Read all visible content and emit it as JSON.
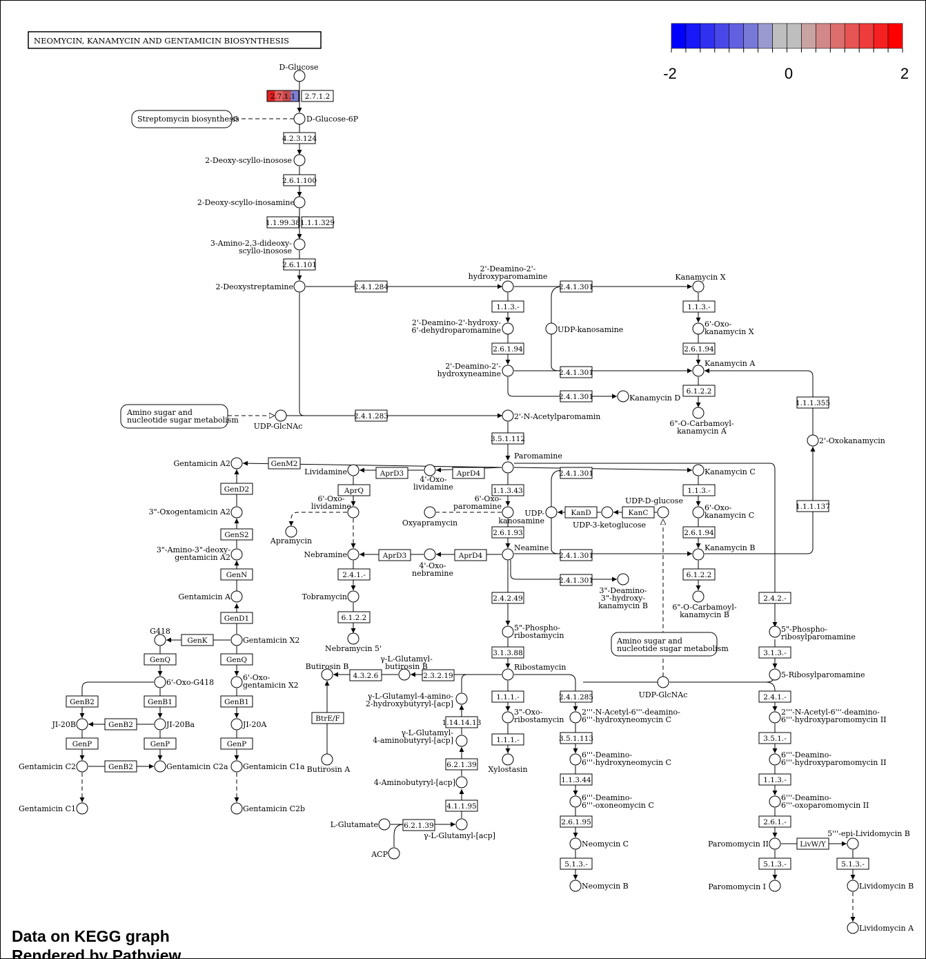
{
  "title": "NEOMYCIN, KANAMYCIN AND GENTAMICIN BIOSYNTHESIS",
  "legend": {
    "ticks": [
      "-2",
      "0",
      "2"
    ],
    "colors": [
      "#0000ff",
      "#1818f8",
      "#3030f0",
      "#4848e8",
      "#6060e0",
      "#7878d8",
      "#9a9ad0",
      "#bebebe",
      "#bebebe",
      "#c9a2a2",
      "#d28888",
      "#dc6e6e",
      "#e65454",
      "#ee3c3c",
      "#f62020",
      "#ff0000"
    ]
  },
  "footer": {
    "line1": "Data on KEGG graph",
    "line2": "Rendered by Pathview"
  },
  "mapnodes": {
    "streptomycin": "Streptomycin biosynthesis",
    "amino1": [
      "Amino sugar and",
      "nucleotide sugar metabolism"
    ],
    "amino2": [
      "Amino sugar and",
      "nucleotide sugar metabolism"
    ]
  },
  "compounds": {
    "dglucose": "D-Glucose",
    "dglucose6p": "D-Glucose-6P",
    "deoxyscylloinosose": "2-Deoxy-scyllo-inosose",
    "deoxyscylloinosamine": "2-Deoxy-scyllo-inosamine",
    "aminodideoxy": [
      "3-Amino-2,3-dideoxy-",
      "scyllo-inosose"
    ],
    "deoxystreptamine": "2-Deoxystreptamine",
    "deaminohydroxyparomamine": [
      "2'-Deamino-2'-",
      "hydroxyparomamine"
    ],
    "deaminodehydro": [
      "2'-Deamino-2'-hydroxy-",
      "6'-dehydroparomamine"
    ],
    "deaminohydroxyneamine": [
      "2'-Deamino-2'-",
      "hydroxyneamine"
    ],
    "udpkanosamine1": "UDP-kanosamine",
    "kanamycinx": "Kanamycin X",
    "oxokanamycinx": [
      "6'-Oxo-",
      "kanamycin X"
    ],
    "kanamycina": "Kanamycin A",
    "kanamycind": "Kanamycin D",
    "carbamoylkanamycina": [
      "6\"-O-Carbamoyl-",
      "kanamycin A"
    ],
    "udpglcnac1": "UDP-GlcNAc",
    "acetylparomamin": "2'-N-Acetylparomamin",
    "oxokanamycin": "2'-Oxokanamycin",
    "paromamine": "Paromamine",
    "gentamicina2": "Gentamicin A2",
    "lividamine": "Lividamine",
    "oxolividamine": [
      "4'-Oxo-",
      "lividamine"
    ],
    "oxolividamine6": [
      "6'-Oxo-",
      "lividamine"
    ],
    "oxoparomamine": [
      "6'-Oxo-",
      "paromamine"
    ],
    "apramycin": "Apramycin",
    "oxyapramycin": "Oxyapramycin",
    "udpkanosamine2": [
      "UDP-",
      "kanosamine"
    ],
    "udpketoglucose": "UDP-3-ketoglucose",
    "udpdglucose": "UDP-D-glucose",
    "kanamycinc": "Kanamycin C",
    "oxokanamycinc": [
      "6'-Oxo-",
      "kanamycin C"
    ],
    "kanamycinb": "Kanamycin B",
    "carbamoylkanamycinb": [
      "6\"-O-Carbamoyl-",
      "kanamycin B"
    ],
    "oxogentamicina2": "3\"-Oxogentamicin A2",
    "aminodeoxygentamicin": [
      "3\"-Amino-3\"-deoxy-",
      "gentamicin A2"
    ],
    "gentamicina": "Gentamicin A",
    "nebramine": "Nebramine",
    "oxonebramine": [
      "4'-Oxo-",
      "nebramine"
    ],
    "neamine": "Neamine",
    "deaminohydroxykanamycinb": [
      "3\"-Deamino-",
      "3\"-hydroxy-",
      "kanamycin B"
    ],
    "tobramycin": "Tobramycin",
    "nebramycin5": "Nebramycin 5'",
    "phosphoribostamycin": [
      "5\"-Phospho-",
      "ribostamycin"
    ],
    "phosphoribosylparomamine": [
      "5\"-Phospho-",
      "ribosylparomamine"
    ],
    "g418": "G418",
    "gentamicinx2": "Gentamicin X2",
    "oxog418": "6'-Oxo-G418",
    "oxogentamicinx2": [
      "6'-Oxo-",
      "gentamicin X2"
    ],
    "butirosinb": "Butirosin B",
    "glutamylbutirosinb": [
      "γ-L-Glutamyl-",
      "butirosin B"
    ],
    "ribostamycin": "Ribostamycin",
    "udpglcnac2": "UDP-GlcNAc",
    "ribosylparomamine": "5-Ribosylparomamine",
    "glutamylaminohydroxy": [
      "γ-L-Glutamyl-4-amino-",
      "2-hydroxybutyryl-[acp]"
    ],
    "oxoribostamycin": [
      "3\"-Oxo-",
      "ribostamycin"
    ],
    "acetyldeaminoneomycinc": [
      "2'''-N-Acetyl-6'''-deamino-",
      "6'''-hydroxyneomycin C"
    ],
    "acetyldeaminoparomomycin": [
      "2'''-N-Acetyl-6'''-deamino-",
      "6'''-hydroxyparomomycin II"
    ],
    "jl20b": "JI-20B",
    "jl20ba": "JI-20Ba",
    "jl20a": "JI-20A",
    "glutamylaminobutyryl": [
      "γ-L-Glutamyl-",
      "4-aminobutyryl-[acp]"
    ],
    "xylostasin": "Xylostasin",
    "deaminoneomycinc": [
      "6'''-Deamino-",
      "6'''-hydroxyneomycin C"
    ],
    "deaminoparomomycin": [
      "6'''-Deamino-",
      "6'''-hydroxyparomomycin II"
    ],
    "butirosina": "Butirosin A",
    "gentamicinc2": "Gentamicin C2",
    "gentamicinc2a": "Gentamicin C2a",
    "gentamicinc1a": "Gentamicin C1a",
    "aminobutyrylacp": "4-Aminobutyryl-[acp]",
    "oxoneomycinc": [
      "6'''-Deamino-",
      "6'''-oxoneomycin C"
    ],
    "oxoparomomycin": [
      "6'''-Deamino-",
      "6'''-oxoparomomycin II"
    ],
    "gentamicinc1": "Gentamicin C1",
    "gentamicinc2b": "Gentamicin C2b",
    "lglutamate": "L-Glutamate",
    "glutamylacp": "γ-L-Glutamyl-[acp]",
    "acp": "ACP",
    "neomycinc": "Neomycin C",
    "paromomycinii": "Paromomycin II",
    "epilividomycinb": "5'''-epi-Lividomycin B",
    "neomycinb": "Neomycin B",
    "paromomycini": "Paromomycin I",
    "lividomycinb": "Lividomycin B",
    "lividomycina": "Lividomycin A"
  },
  "enzymes": {
    "e1": "2.7.1.1",
    "e2": "2.7.1.2",
    "e3": "4.2.3.124",
    "e4": "2.6.1.100",
    "e5": "1.1.99.38",
    "e6": "1.1.1.329",
    "e7": "2.6.1.101",
    "e8": "2.4.1.284",
    "e9": "2.4.1.301",
    "e10": "1.1.3.-",
    "e11": "1.1.3.-",
    "e12": "2.6.1.94",
    "e13": "2.6.1.94",
    "e14": "2.4.1.301",
    "e15": "2.4.1.301",
    "e16": "6.1.2.2",
    "e17": "1.1.1.355",
    "e18": "2.4.1.283",
    "e19": "3.5.1.112",
    "e20": "GenM2",
    "e21": "AprD3",
    "e22": "AprD4",
    "e23": "AprQ",
    "e24": "GenD2",
    "e25": "1.1.3.43",
    "e26": "2.4.1.301",
    "e27": "KanD",
    "e28": "KanC",
    "e29": "1.1.3.-",
    "e30": "1.1.1.137",
    "e31": "GenS2",
    "e32": "2.6.1.93",
    "e33": "2.6.1.94",
    "e34": "AprD3",
    "e35": "AprD4",
    "e36": "2.4.1.301",
    "e37": "GenN",
    "e38": "2.4.1.-",
    "e39": "6.1.2.2",
    "e40": "2.4.1.301",
    "e41": "2.4.2.49",
    "e42": "2.4.2.-",
    "e43": "6.1.2.2",
    "e44": "GenD1",
    "e45": "GenK",
    "e46": "3.1.3.88",
    "e47": "3.1.3.-",
    "e48": "GenQ",
    "e49": "GenQ",
    "e50": "4.3.2.6",
    "e51": "2.3.2.19",
    "e52": "2.4.1.285",
    "e53": "2.4.1.-",
    "e54": "GenB2",
    "e55": "GenB1",
    "e56": "GenB1",
    "e57": "1.1.1.-",
    "e58": "BtrE/F",
    "e59": "1.14.14.13",
    "e60": "GenB2",
    "e61": "3.5.1.113",
    "e62": "3.5.1.-",
    "e63": "GenP",
    "e64": "GenP",
    "e65": "GenP",
    "e66": "1.1.1.-",
    "e67": "6.2.1.39",
    "e68": "GenB2",
    "e69": "1.1.3.44",
    "e70": "1.1.3.-",
    "e71": "4.1.1.95",
    "e72": "2.6.1.95",
    "e73": "2.6.1.-",
    "e74": "6.2.1.39",
    "e75": "LivW/Y",
    "e76": "5.1.3.-",
    "e77": "5.1.3.-",
    "e78": "5.1.3.-"
  }
}
